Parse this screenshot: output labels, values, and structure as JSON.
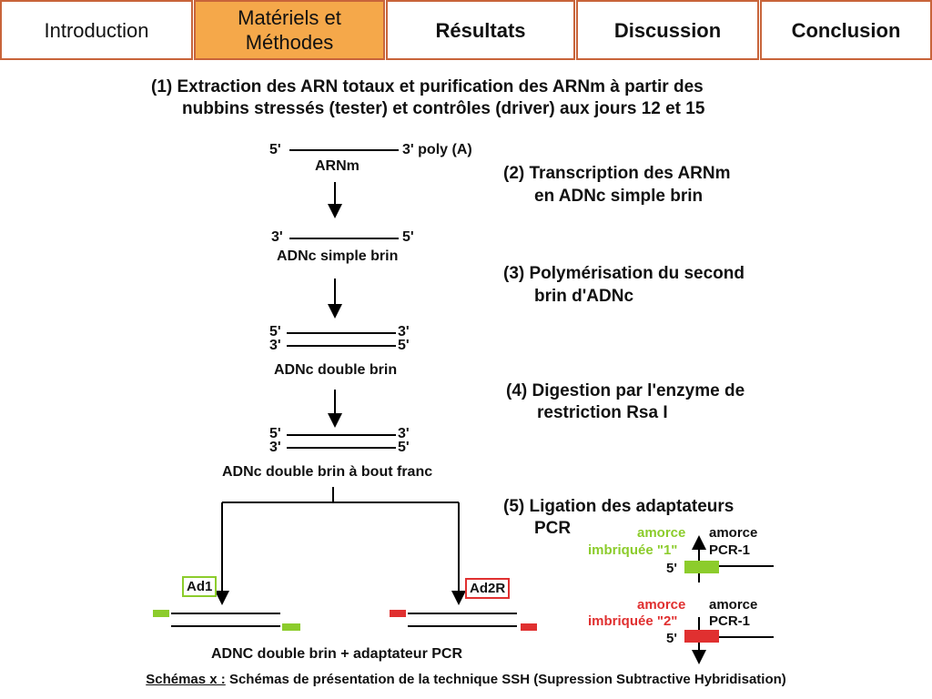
{
  "nav": {
    "tabs": [
      {
        "label": "Introduction",
        "active": false
      },
      {
        "label_line1": "Matériels et",
        "label_line2": "Méthodes",
        "active": true
      },
      {
        "label": "Résultats",
        "active": false
      },
      {
        "label": "Discussion",
        "active": false
      },
      {
        "label": "Conclusion",
        "active": false
      }
    ]
  },
  "colors": {
    "tab_border": "#c8643a",
    "tab_active": "#f5a84a",
    "green": "#8ccc2c",
    "red": "#e03030"
  },
  "steps": {
    "s1_line1": "(1) Extraction des ARN totaux et purification des ARNm à partir des",
    "s1_line2": "nubbins stressés (tester) et contrôles (driver) aux jours 12 et 15",
    "s2_line1": "(2) Transcription des ARNm",
    "s2_line2": "en ADNc simple brin",
    "s3_line1": "(3) Polymérisation du second",
    "s3_line2": "brin d'ADNc",
    "s4_line1": "(4) Digestion par l'enzyme de",
    "s4_line2": "restriction Rsa I",
    "s5_line1": "(5) Ligation des adaptateurs",
    "s5_line2": "PCR"
  },
  "diagram": {
    "arnm_5": "5'",
    "arnm_3": "3' poly (A)",
    "arnm_label": "ARNm",
    "ss_3": "3'",
    "ss_5": "5'",
    "ss_label": "ADNc simple brin",
    "ds_5a": "5'",
    "ds_3a": "3'",
    "ds_3b": "3'",
    "ds_5b": "5'",
    "ds_label": "ADNc double brin",
    "bf_5a": "5'",
    "bf_3a": "3'",
    "bf_3b": "3'",
    "bf_5b": "5'",
    "bf_label": "ADNc double brin à bout franc",
    "ad1": "Ad1",
    "ad2r": "Ad2R",
    "final_label": "ADNC double brin + adaptateur PCR"
  },
  "legend": {
    "g_amorce": "amorce",
    "g_imbr": "imbriquée \"1\"",
    "g_pcr_amorce": "amorce",
    "g_pcr": "PCR-1",
    "g_5": "5'",
    "r_amorce": "amorce",
    "r_imbr": "imbriquée \"2\"",
    "r_pcr_amorce": "amorce",
    "r_pcr": "PCR-1",
    "r_5": "5'"
  },
  "caption": {
    "prefix": "Schémas x :",
    "text": " Schémas de présentation de la technique SSH (Supression Subtractive Hybridisation)"
  }
}
